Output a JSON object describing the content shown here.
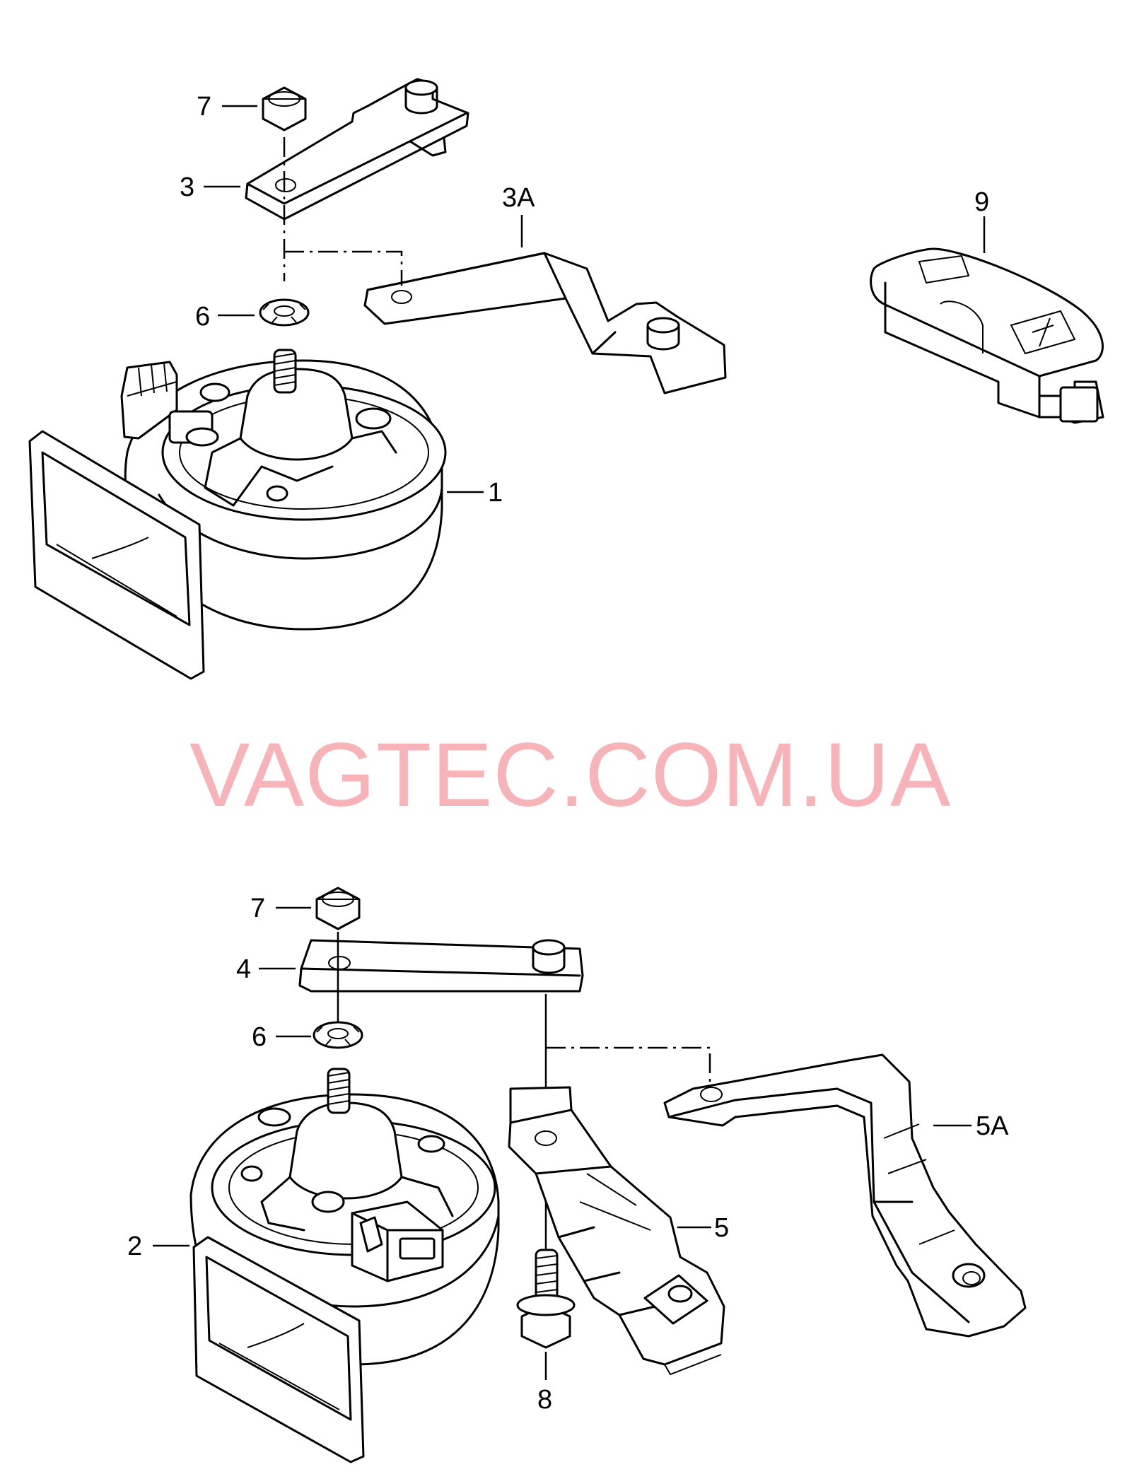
{
  "watermark": "VAGTEC.COM.UA",
  "callouts": {
    "c7_top": "7",
    "c3": "3",
    "c3a": "3A",
    "c9": "9",
    "c6_top": "6",
    "c1": "1",
    "c7_bottom": "7",
    "c4": "4",
    "c6_bottom": "6",
    "c2": "2",
    "c5": "5",
    "c5a": "5A",
    "c8": "8"
  },
  "colors": {
    "watermark": "#f6b4b9",
    "line": "#000000",
    "background": "#ffffff"
  }
}
